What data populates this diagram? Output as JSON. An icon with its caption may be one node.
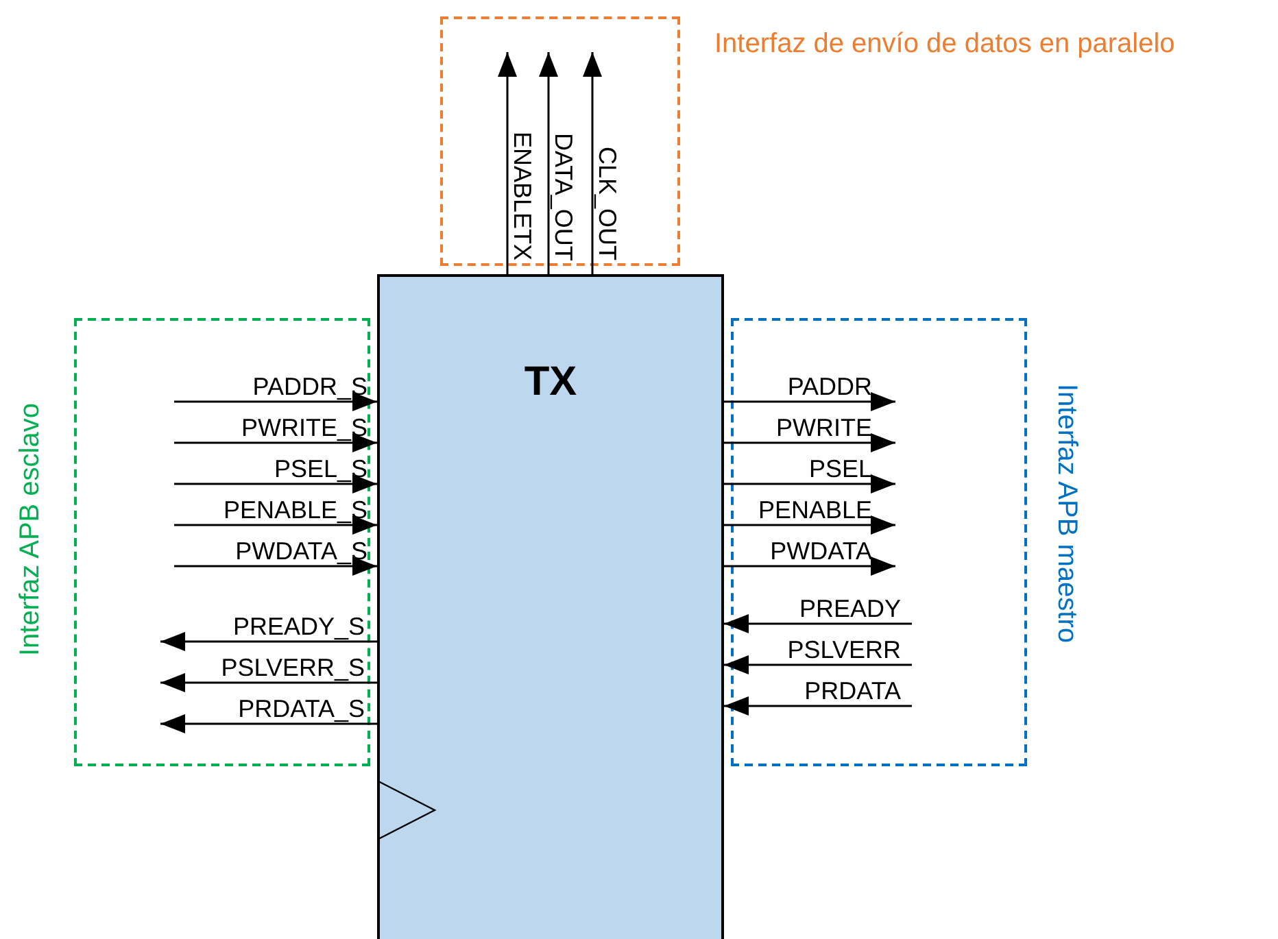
{
  "diagram": {
    "nodes": [
      {
        "text": [
          "Interfaz de envío de datos en paralelo"
        ]
      },
      {
        "text": [
          "TX"
        ]
      },
      {
        "text": [
          "Interfaz APB esclavo"
        ]
      },
      {
        "text": [
          "Interfaz APB maestro"
        ]
      }
    ],
    "edges": [
      {
        "from": 1,
        "to": 0,
        "arrow": "to",
        "label": "ENABLETX"
      },
      {
        "from": 1,
        "to": 0,
        "arrow": "to",
        "label": "DATA_OUT"
      },
      {
        "from": 1,
        "to": 0,
        "arrow": "to",
        "label": "CLK_OUT"
      },
      {
        "from": 2,
        "to": 1,
        "arrow": "to",
        "label": "PADDR_S"
      },
      {
        "from": 2,
        "to": 1,
        "arrow": "to",
        "label": "PWRITE_S"
      },
      {
        "from": 2,
        "to": 1,
        "arrow": "to",
        "label": "PSEL_S"
      },
      {
        "from": 2,
        "to": 1,
        "arrow": "to",
        "label": "PENABLE_S"
      },
      {
        "from": 2,
        "to": 1,
        "arrow": "to",
        "label": "PWDATA_S"
      },
      {
        "from": 1,
        "to": 2,
        "arrow": "to",
        "label": "PREADY_S"
      },
      {
        "from": 1,
        "to": 2,
        "arrow": "to",
        "label": "PSLVERR_S"
      },
      {
        "from": 1,
        "to": 2,
        "arrow": "to",
        "label": "PRDATA_S"
      },
      {
        "from": 1,
        "to": 3,
        "arrow": "to",
        "label": "PADDR"
      },
      {
        "from": 1,
        "to": 3,
        "arrow": "to",
        "label": "PWRITE"
      },
      {
        "from": 1,
        "to": 3,
        "arrow": "to",
        "label": "PSEL"
      },
      {
        "from": 1,
        "to": 3,
        "arrow": "to",
        "label": "PENABLE"
      },
      {
        "from": 1,
        "to": 3,
        "arrow": "to",
        "label": "PWDATA"
      },
      {
        "from": 3,
        "to": 1,
        "arrow": "to",
        "label": "PREADY"
      },
      {
        "from": 3,
        "to": 1,
        "arrow": "to",
        "label": "PSLVERR"
      },
      {
        "from": 3,
        "to": 1,
        "arrow": "to",
        "label": "PRDATA"
      }
    ]
  }
}
